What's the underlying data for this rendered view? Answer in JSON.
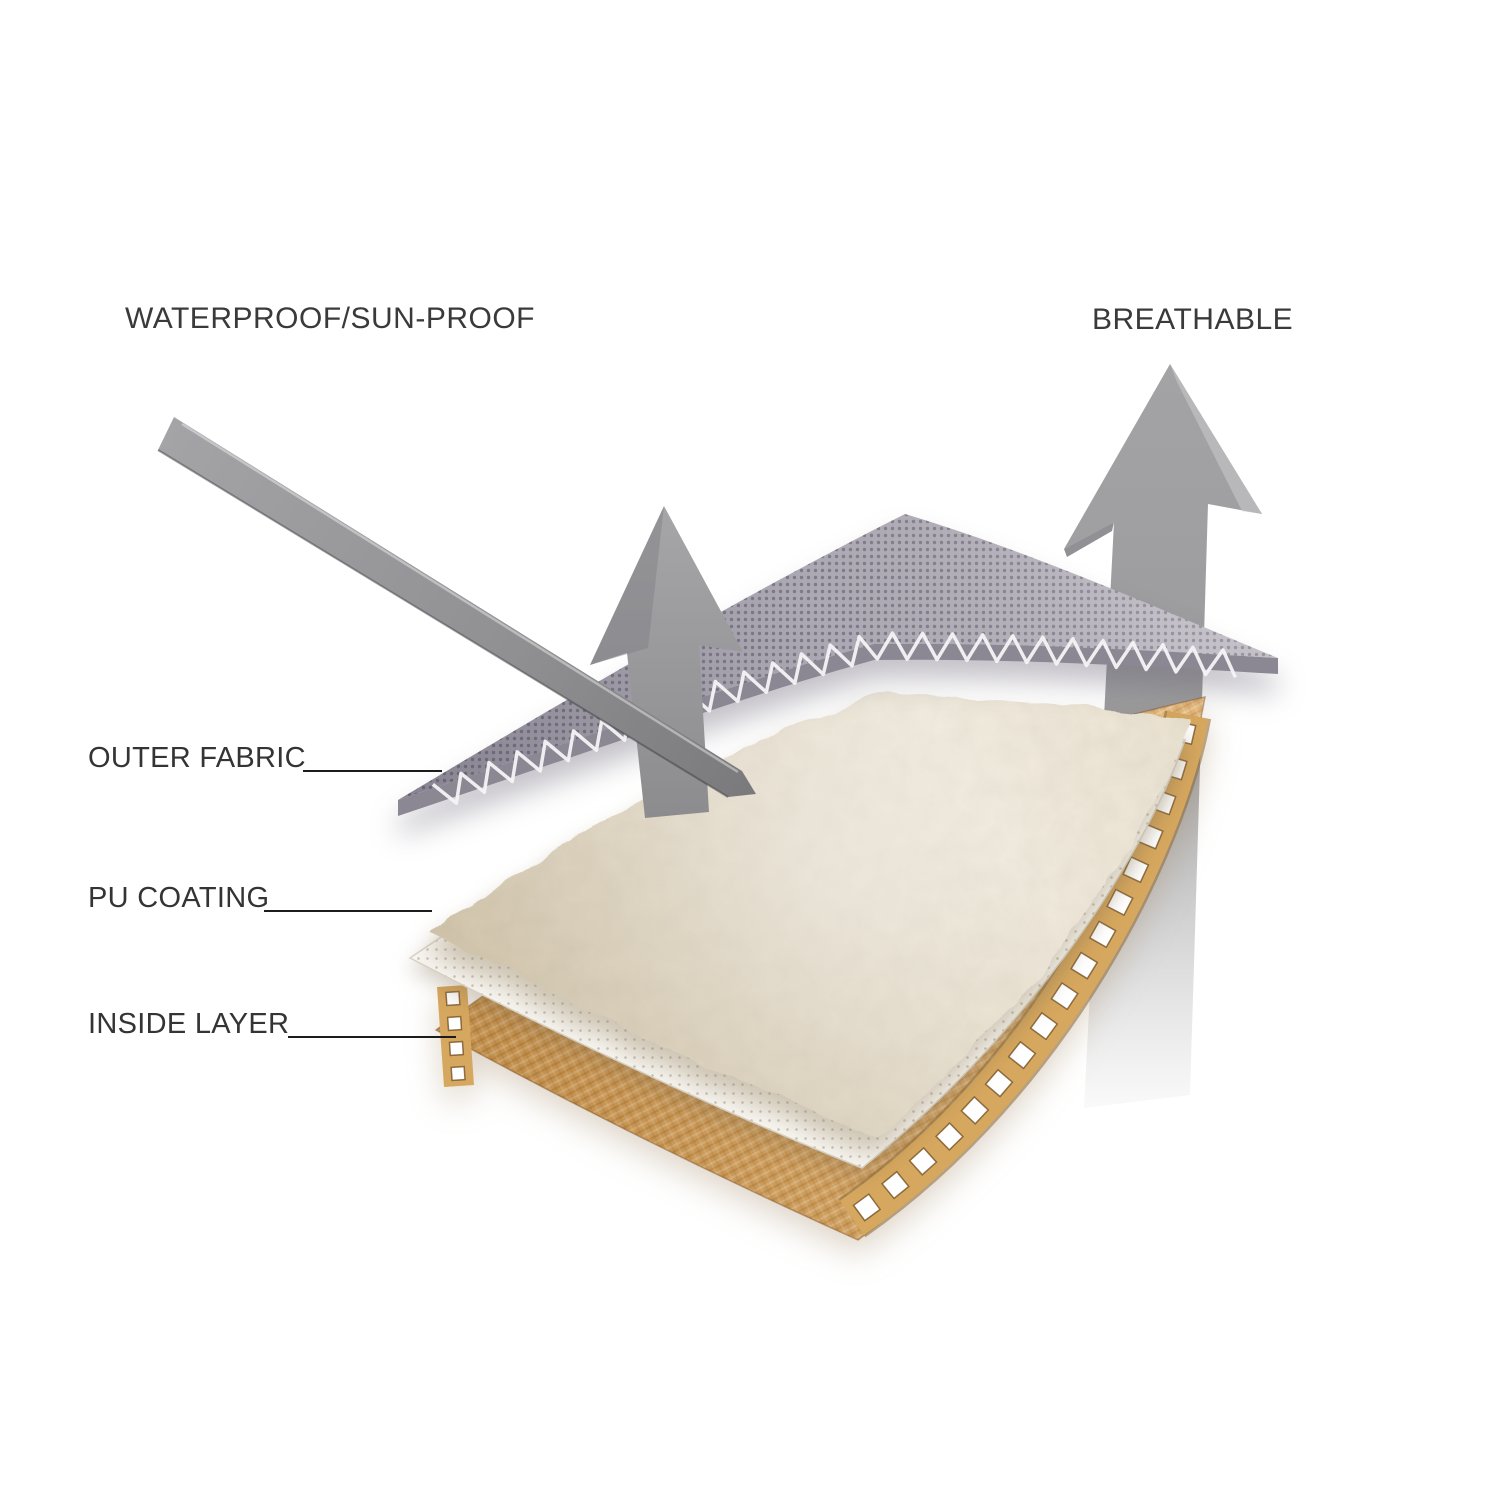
{
  "diagram": {
    "background": "#ffffff",
    "captions": {
      "left": "WATERPROOF/SUN-PROOF",
      "right": "BREATHABLE"
    },
    "layers": [
      {
        "label": "OUTER FABRIC"
      },
      {
        "label": "PU COATING"
      },
      {
        "label": "INSIDE LAYER"
      }
    ],
    "icons": [
      "deflected-ray-arrow",
      "breathe-up-small-arrow",
      "breathe-up-large-arrow"
    ],
    "colors": {
      "text": "#343434",
      "leader_line": "#1c1c1c",
      "arrow_gray": "#9b9b9e",
      "outer_fabric": "#b5b1bb",
      "pu_coating": "#ece3d1",
      "scrim": "#f7f5f0",
      "inside_layer": "#d9a55e",
      "film_edge": "#d6a75e"
    }
  }
}
